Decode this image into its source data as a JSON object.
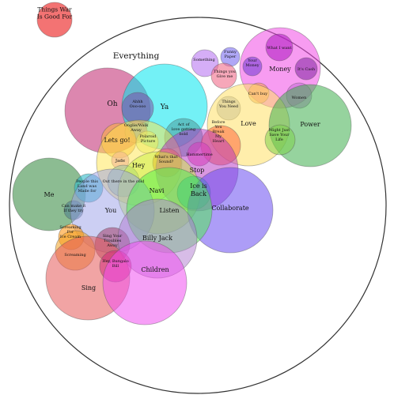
{
  "regions": [
    {
      "id": "things-war-is-good-for",
      "lines": [
        "Things War",
        "Is Good For"
      ],
      "color": "#f26b6b"
    },
    {
      "id": "everything",
      "lines": [
        "Everything"
      ],
      "color": "#ffffff"
    },
    {
      "id": "oh",
      "lines": [
        "Oh"
      ],
      "color": "#c0246e"
    },
    {
      "id": "ya",
      "lines": [
        "Ya"
      ],
      "color": "#00e5ee"
    },
    {
      "id": "ahh-oo-ooo",
      "lines": [
        "Ahhh",
        "Ooo-ooo"
      ],
      "color": "#7b4fa6"
    },
    {
      "id": "something",
      "lines": [
        "Something"
      ],
      "color": "#b36cf0"
    },
    {
      "id": "funny-paper",
      "lines": [
        "Funny",
        "Paper"
      ],
      "color": "#7a6cf0"
    },
    {
      "id": "things-you-give-me",
      "lines": [
        "Things you",
        "Give me"
      ],
      "color": "#f06c8a"
    },
    {
      "id": "money",
      "lines": [
        "Money"
      ],
      "color": "#f04be6"
    },
    {
      "id": "what-i-want",
      "lines": [
        "What I want"
      ],
      "color": "#b21fc4"
    },
    {
      "id": "your-money",
      "lines": [
        "Your",
        "Money"
      ],
      "color": "#7a3fd6"
    },
    {
      "id": "its-cash",
      "lines": [
        "It's Cash"
      ],
      "color": "#8a2fa8"
    },
    {
      "id": "cant-buy",
      "lines": [
        "Can't buy"
      ],
      "color": "#f59a4a"
    },
    {
      "id": "women",
      "lines": [
        "Women"
      ],
      "color": "#c36bd6"
    },
    {
      "id": "things-you-need",
      "lines": [
        "Things",
        "You Need"
      ],
      "color": "#9aa6c2"
    },
    {
      "id": "love",
      "lines": [
        "Love"
      ],
      "color": "#ffe066"
    },
    {
      "id": "power",
      "lines": [
        "Power"
      ],
      "color": "#3fae4f"
    },
    {
      "id": "might-just-save-your-life",
      "lines": [
        "Might Just",
        "Save Your",
        "Life"
      ],
      "color": "#7dd14c"
    },
    {
      "id": "ooglie-walk-away",
      "lines": [
        "Ooglie/Walk",
        "Away"
      ],
      "color": "#c0a0a0"
    },
    {
      "id": "polaroid-picture",
      "lines": [
        "Polaroid",
        "Picture"
      ],
      "color": "#d8f070"
    },
    {
      "id": "lets-go",
      "lines": [
        "Lets go!"
      ],
      "color": "#ffb03b"
    },
    {
      "id": "act-of-love-getting-bold",
      "lines": [
        "Act of",
        "love getting",
        "bold"
      ],
      "color": "#4a9a9a"
    },
    {
      "id": "before-you-break-my-heart",
      "lines": [
        "Before",
        "You",
        "Break",
        "My",
        "Heart"
      ],
      "color": "#ff6a3a"
    },
    {
      "id": "jade",
      "lines": [
        "Jade"
      ],
      "color": "#e88ad6"
    },
    {
      "id": "hey",
      "lines": [
        "Hey"
      ],
      "color": "#ffe54c"
    },
    {
      "id": "whats-that-sound",
      "lines": [
        "What's that",
        "Sound?"
      ],
      "color": "#ff9a2a"
    },
    {
      "id": "hammertime",
      "lines": [
        "Hammertime"
      ],
      "color": "#f055b5"
    },
    {
      "id": "stop",
      "lines": [
        "Stop"
      ],
      "color": "#b52fc4"
    },
    {
      "id": "out-there-in-the-cold",
      "lines": [
        "Out there in the cold"
      ],
      "color": "#9ac9a3"
    },
    {
      "id": "navi",
      "lines": [
        "Navi"
      ],
      "color": "#c9f040"
    },
    {
      "id": "ice-is-back",
      "lines": [
        "Ice is",
        "Back"
      ],
      "color": "#3fb39a"
    },
    {
      "id": "collaborate",
      "lines": [
        "Collaborate"
      ],
      "color": "#6a4cf0"
    },
    {
      "id": "me",
      "lines": [
        "Me"
      ],
      "color": "#3f8f4a"
    },
    {
      "id": "people-this-land-was-made-for",
      "lines": [
        "People this",
        "Land was",
        "Made for"
      ],
      "color": "#2fb8c8"
    },
    {
      "id": "can-make-it-if-they-try",
      "lines": [
        "Can make it",
        "If they try"
      ],
      "color": "#4a7a8a"
    },
    {
      "id": "you",
      "lines": [
        "You"
      ],
      "color": "#9aa0e8"
    },
    {
      "id": "listen",
      "lines": [
        "Listen"
      ],
      "color": "#4cf04c"
    },
    {
      "id": "screaming-for-ice-cream",
      "lines": [
        "Screaming",
        "For",
        "Ice Cream"
      ],
      "color": "#ff9a1a"
    },
    {
      "id": "screaming",
      "lines": [
        "Screaming"
      ],
      "color": "#f0a020"
    },
    {
      "id": "sing-your-troubles-away",
      "lines": [
        "Sing Your",
        "Troubles",
        "Away"
      ],
      "color": "#a0406a"
    },
    {
      "id": "billy-jack",
      "lines": [
        "Billy Jack"
      ],
      "color": "#b07ad0"
    },
    {
      "id": "sing",
      "lines": [
        "Sing"
      ],
      "color": "#e55a5a"
    },
    {
      "id": "hey-bungalo-bill",
      "lines": [
        "Hey, Bungalo",
        "Bill"
      ],
      "color": "#d02a7a"
    },
    {
      "id": "children",
      "lines": [
        "Children"
      ],
      "color": "#f050f0"
    }
  ]
}
